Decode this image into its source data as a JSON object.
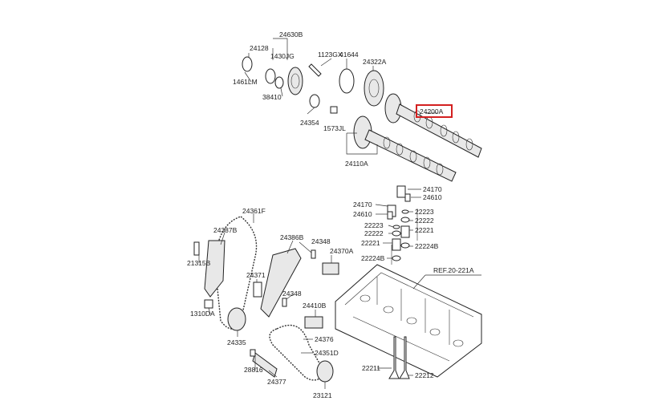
{
  "highlight": {
    "part_number": "24200A",
    "color": "#d32020"
  },
  "labels": {
    "p24630B": "24630B",
    "p24128": "24128",
    "p1430JG": "1430JG",
    "p1123GX": "1123GX",
    "p41644": "41644",
    "p24322A": "24322A",
    "p1461LM": "1461LM",
    "p38410": "38410",
    "p24354": "24354",
    "p1573JL": "1573JL",
    "p24200A": "24200A",
    "p24110A": "24110A",
    "p24170a": "24170",
    "p24610a": "24610",
    "p24170b": "24170",
    "p24610b": "24610",
    "p22223a": "22223",
    "p22222a": "22222",
    "p22223b": "22223",
    "p22221a": "22221",
    "p22222b": "22222",
    "p22224Ba": "22224B",
    "p22221b": "22221",
    "p22224Bb": "22224B",
    "p24361F": "24361F",
    "p24387B": "24387B",
    "p24386B": "24386B",
    "p24348a": "24348",
    "p24370A": "24370A",
    "p21315B": "21315B",
    "p24371": "24371",
    "pREF": "REF.20-221A",
    "p24348b": "24348",
    "p1310DA": "1310DA",
    "p24410B": "24410B",
    "p24335": "24335",
    "p24376": "24376",
    "p24351D": "24351D",
    "p28816": "28816",
    "p24377": "24377",
    "p22211": "22211",
    "p22212": "22212",
    "p23121": "23121"
  }
}
